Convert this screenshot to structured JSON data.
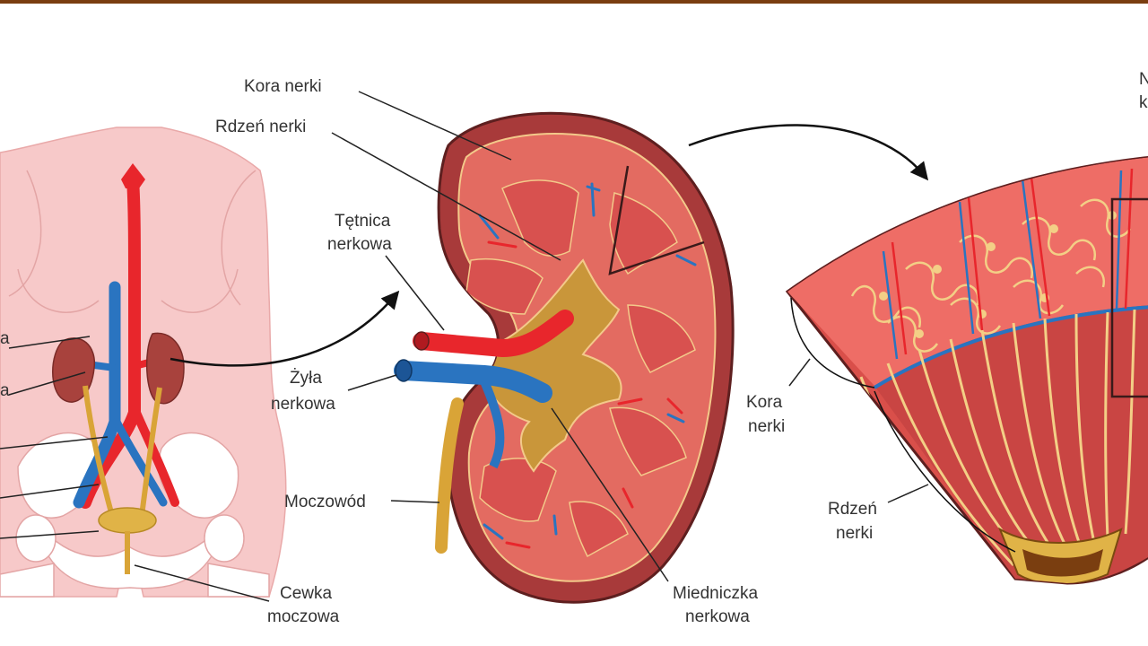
{
  "colors": {
    "top_bar": "#7a3e10",
    "skin": "#f7c9c9",
    "bone": "#ffffff",
    "artery": "#e8262c",
    "vein": "#2a74c0",
    "kidney_outer": "#a83a3a",
    "kidney_cortex": "#e36b61",
    "pyramid": "#d8514f",
    "pelvis": "#c9963a",
    "ureter": "#d9a437",
    "tubule": "#f3cf86"
  },
  "labels": {
    "kora_nerki_top": "Kora nerki",
    "rdzen_nerki_top": "Rdzeń nerki",
    "tetnica_nerkowa_1": "Tętnica",
    "tetnica_nerkowa_2": "nerkowa",
    "zyla_nerkowa_1": "Żyła",
    "zyla_nerkowa_2": "nerkowa",
    "moczowod": "Moczowód",
    "cewka_moczowa_1": "Cewka",
    "cewka_moczowa_2": "moczowa",
    "miedniczka_nerkowa_1": "Miedniczka",
    "miedniczka_nerkowa_2": "nerkowa",
    "kora_nerki_right_1": "Kora",
    "kora_nerki_right_2": "nerki",
    "rdzen_nerki_right_1": "Rdzeń",
    "rdzen_nerki_right_2": "nerki",
    "cut_left_1": "a",
    "cut_left_2": "a",
    "cut_right_1": "N",
    "cut_right_2": "k"
  }
}
